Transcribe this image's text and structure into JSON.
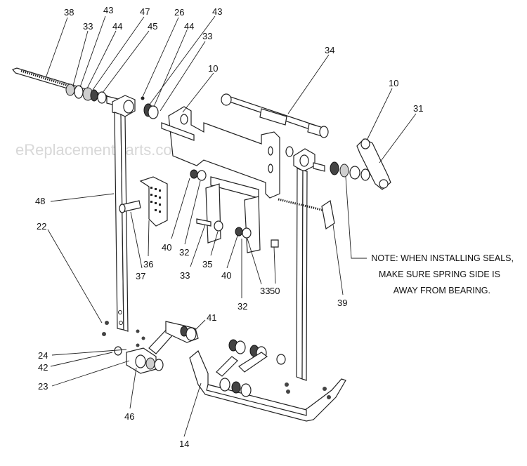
{
  "watermark": "eReplacementParts.com",
  "note": {
    "line1": "NOTE: WHEN INSTALLING SEALS,",
    "line2": "MAKE SURE SPRING SIDE IS",
    "line3": "AWAY FROM BEARING."
  },
  "callouts": {
    "c38": "38",
    "c33a": "33",
    "c43a": "43",
    "c44a": "44",
    "c47": "47",
    "c45": "45",
    "c26": "26",
    "c43b": "43",
    "c44b": "44",
    "c33b": "33",
    "c34": "34",
    "c10a": "10",
    "c10b": "10",
    "c31": "31",
    "c48": "48",
    "c22": "22",
    "c36": "36",
    "c37": "37",
    "c40a": "40",
    "c32a": "32",
    "c33c": "33",
    "c35": "35",
    "c40b": "40",
    "c32b": "32",
    "c33d": "33",
    "c50": "50",
    "c39": "39",
    "c41": "41",
    "c24": "24",
    "c42": "42",
    "c23": "23",
    "c46": "46",
    "c14": "14"
  }
}
